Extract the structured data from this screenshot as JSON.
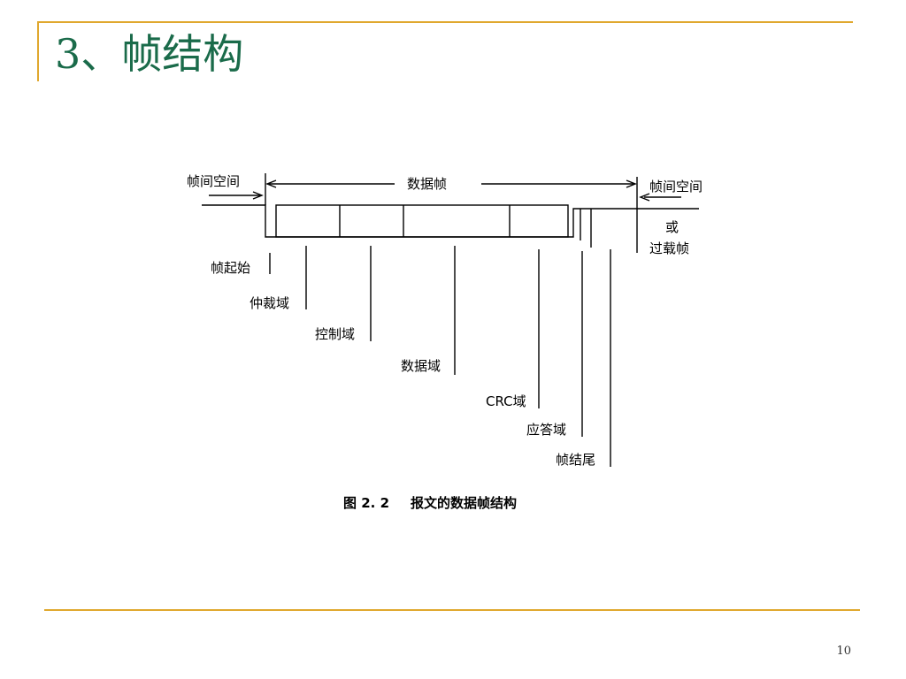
{
  "slide": {
    "title": "3、帧结构",
    "page_number": "10",
    "colors": {
      "title": "#1a6b4a",
      "accent": "#e0a82e",
      "line": "#000000"
    }
  },
  "diagram": {
    "top_labels": {
      "left_gap": "帧间空间",
      "data_frame": "数据帧",
      "right_gap": "帧间空间",
      "or": "或",
      "overload_frame": "过载帧"
    },
    "fields": [
      {
        "id": "sof",
        "label": "帧起始"
      },
      {
        "id": "arbitration",
        "label": "仲裁域"
      },
      {
        "id": "control",
        "label": "控制域"
      },
      {
        "id": "data",
        "label": "数据域"
      },
      {
        "id": "crc",
        "label": "CRC域"
      },
      {
        "id": "ack",
        "label": "应答域"
      },
      {
        "id": "eof",
        "label": "帧结尾"
      }
    ],
    "caption": {
      "figure_number": "图 2. 2",
      "text": "报文的数据帧结构"
    }
  }
}
